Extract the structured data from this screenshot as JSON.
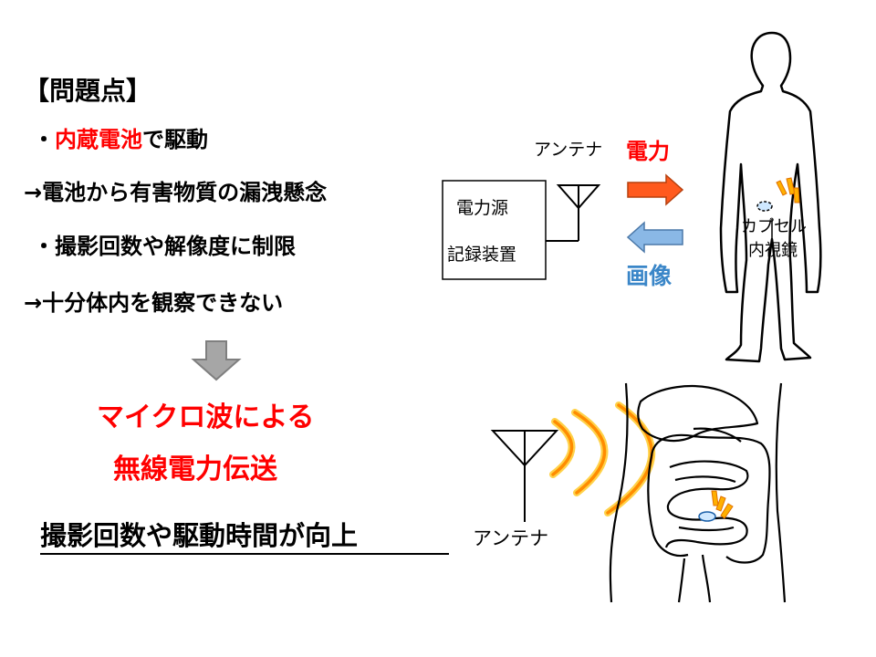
{
  "colors": {
    "red_text": "#ff0000",
    "arrow_power": "#ff5a1e",
    "arrow_image": "#8ab8e6",
    "image_text": "#3a86c8",
    "wave": "#ff8c00",
    "spark": "#ffb000",
    "down_arrow": "#a6a6a6"
  },
  "problem": {
    "heading": "【問題点】",
    "line1_prefix": "・",
    "line1_red": "内蔵電池",
    "line1_rest": "で駆動",
    "line2": "→電池から有害物質の漏洩懸念",
    "line3": "・撮影回数や解像度に制限",
    "line4": "→十分体内を観察できない"
  },
  "solution": {
    "line1": "マイクロ波による",
    "line2": "無線電力伝送",
    "result": "撮影回数や駆動時間が向上"
  },
  "system": {
    "box_line1": "電力源",
    "box_line2": "記録装置",
    "antenna_top": "アンテナ",
    "power_label": "電力",
    "image_label": "画像",
    "capsule_line1": "カプセル",
    "capsule_line2": "内視鏡",
    "antenna_bottom": "アンテナ"
  }
}
